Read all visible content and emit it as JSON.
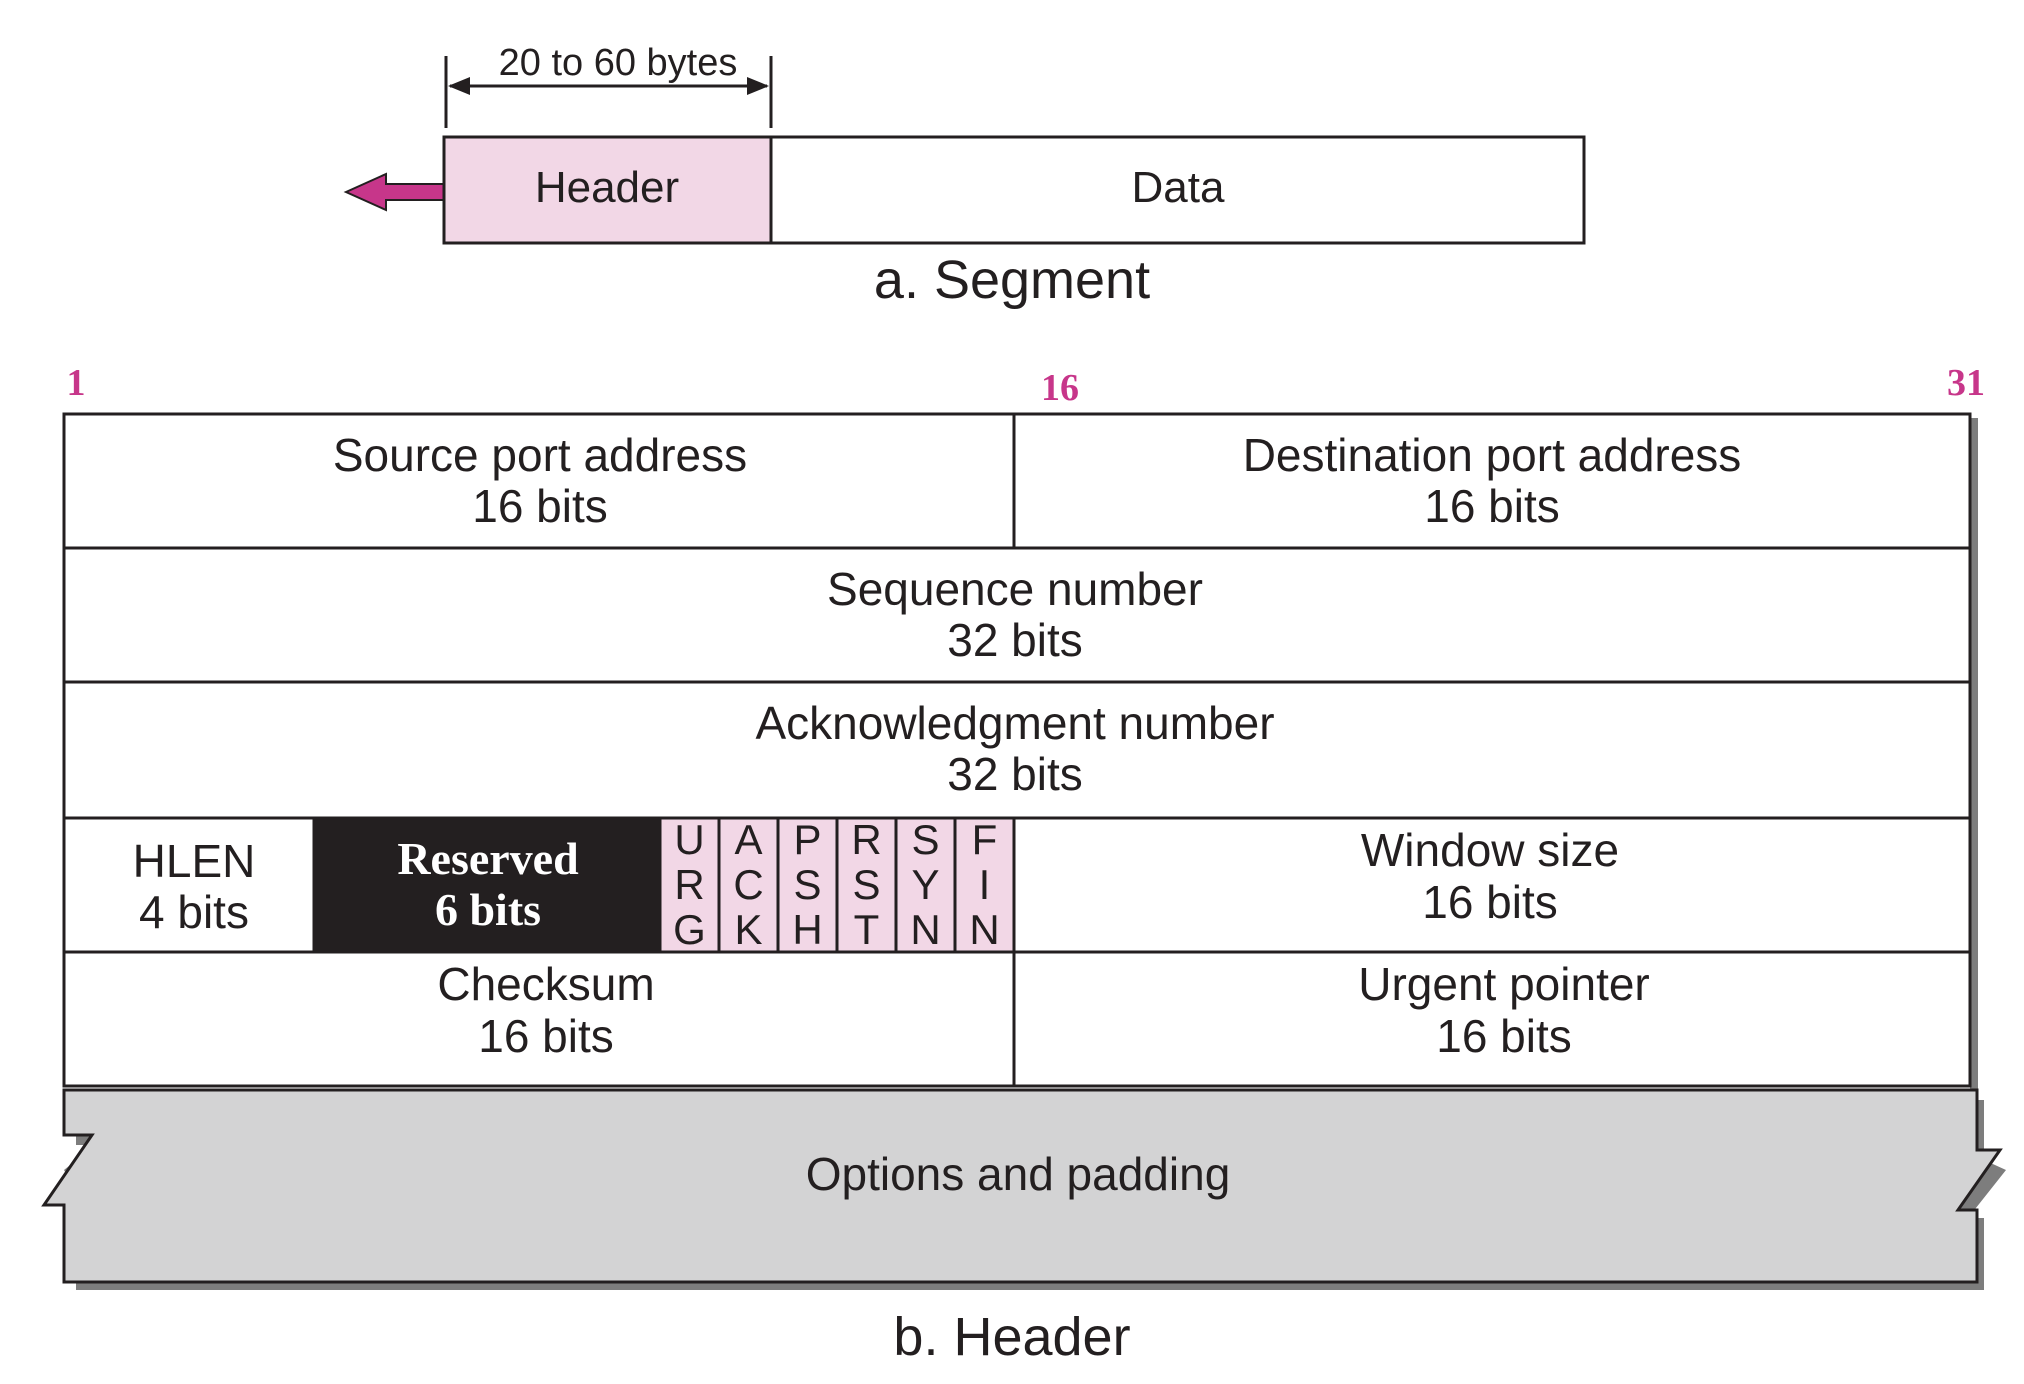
{
  "segment": {
    "size_label": "20 to 60 bytes",
    "header_label": "Header",
    "data_label": "Data",
    "caption": "a. Segment"
  },
  "header": {
    "bit_start": "1",
    "bit_mid": "16",
    "bit_end": "31",
    "source_port": {
      "name": "Source port address",
      "bits": "16 bits"
    },
    "destination_port": {
      "name": "Destination port address",
      "bits": "16 bits"
    },
    "sequence_number": {
      "name": "Sequence number",
      "bits": "32 bits"
    },
    "acknowledgment_number": {
      "name": "Acknowledgment number",
      "bits": "32 bits"
    },
    "hlen": {
      "name": "HLEN",
      "bits": "4 bits"
    },
    "reserved": {
      "name": "Reserved",
      "bits": "6 bits"
    },
    "flags": [
      [
        "U",
        "R",
        "G"
      ],
      [
        "A",
        "C",
        "K"
      ],
      [
        "P",
        "S",
        "H"
      ],
      [
        "R",
        "S",
        "T"
      ],
      [
        "S",
        "Y",
        "N"
      ],
      [
        "F",
        "I",
        "N"
      ]
    ],
    "window_size": {
      "name": "Window size",
      "bits": "16 bits"
    },
    "checksum": {
      "name": "Checksum",
      "bits": "16 bits"
    },
    "urgent_pointer": {
      "name": "Urgent pointer",
      "bits": "16 bits"
    },
    "options": "Options and padding",
    "caption": "b. Header"
  },
  "colors": {
    "pink_fill": "#f2d7e6",
    "magenta": "#c7368a",
    "dark": "#231f20",
    "gray_fill": "#d3d3d4",
    "shadow": "#7d7d7d"
  }
}
